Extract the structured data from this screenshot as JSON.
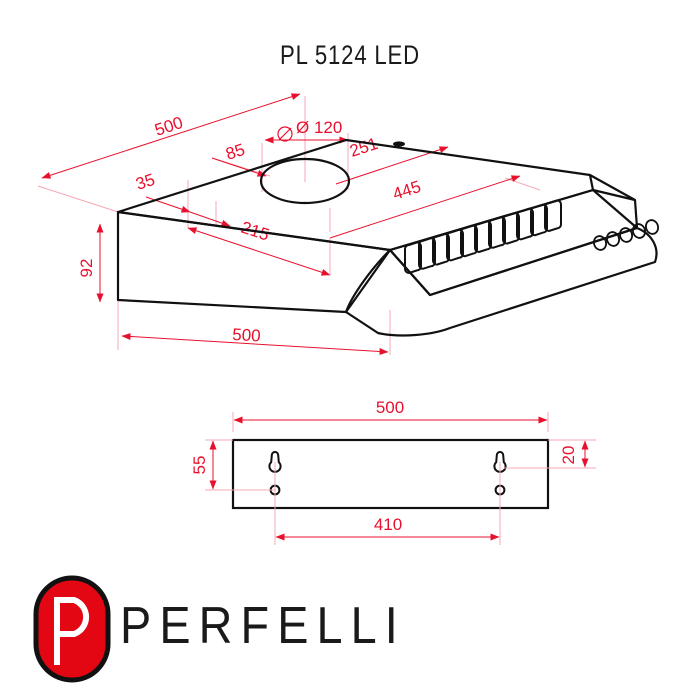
{
  "page": {
    "title": "PL 5124 LED",
    "background_color": "#ffffff",
    "line_color": "#000000",
    "dimension_color": "#e8112d"
  },
  "drawing": {
    "main_view_name": "isometric hood view",
    "bottom_view_name": "top plate view",
    "dimensions": {
      "depth_top": "500",
      "duct_diameter": "Ø 120",
      "duct_offset_left": "85",
      "duct_offset_right": "251",
      "front_offset": "35",
      "duct_depth_offset": "215",
      "body_length": "445",
      "height": "92",
      "width_front": "500",
      "plate_width": "500",
      "plate_hole_height": "55",
      "plate_edge_offset": "20",
      "hole_spacing": "410"
    }
  },
  "brand": {
    "name": "PERFELLI",
    "mark_color": "#e30613",
    "mark_letter": "P"
  }
}
